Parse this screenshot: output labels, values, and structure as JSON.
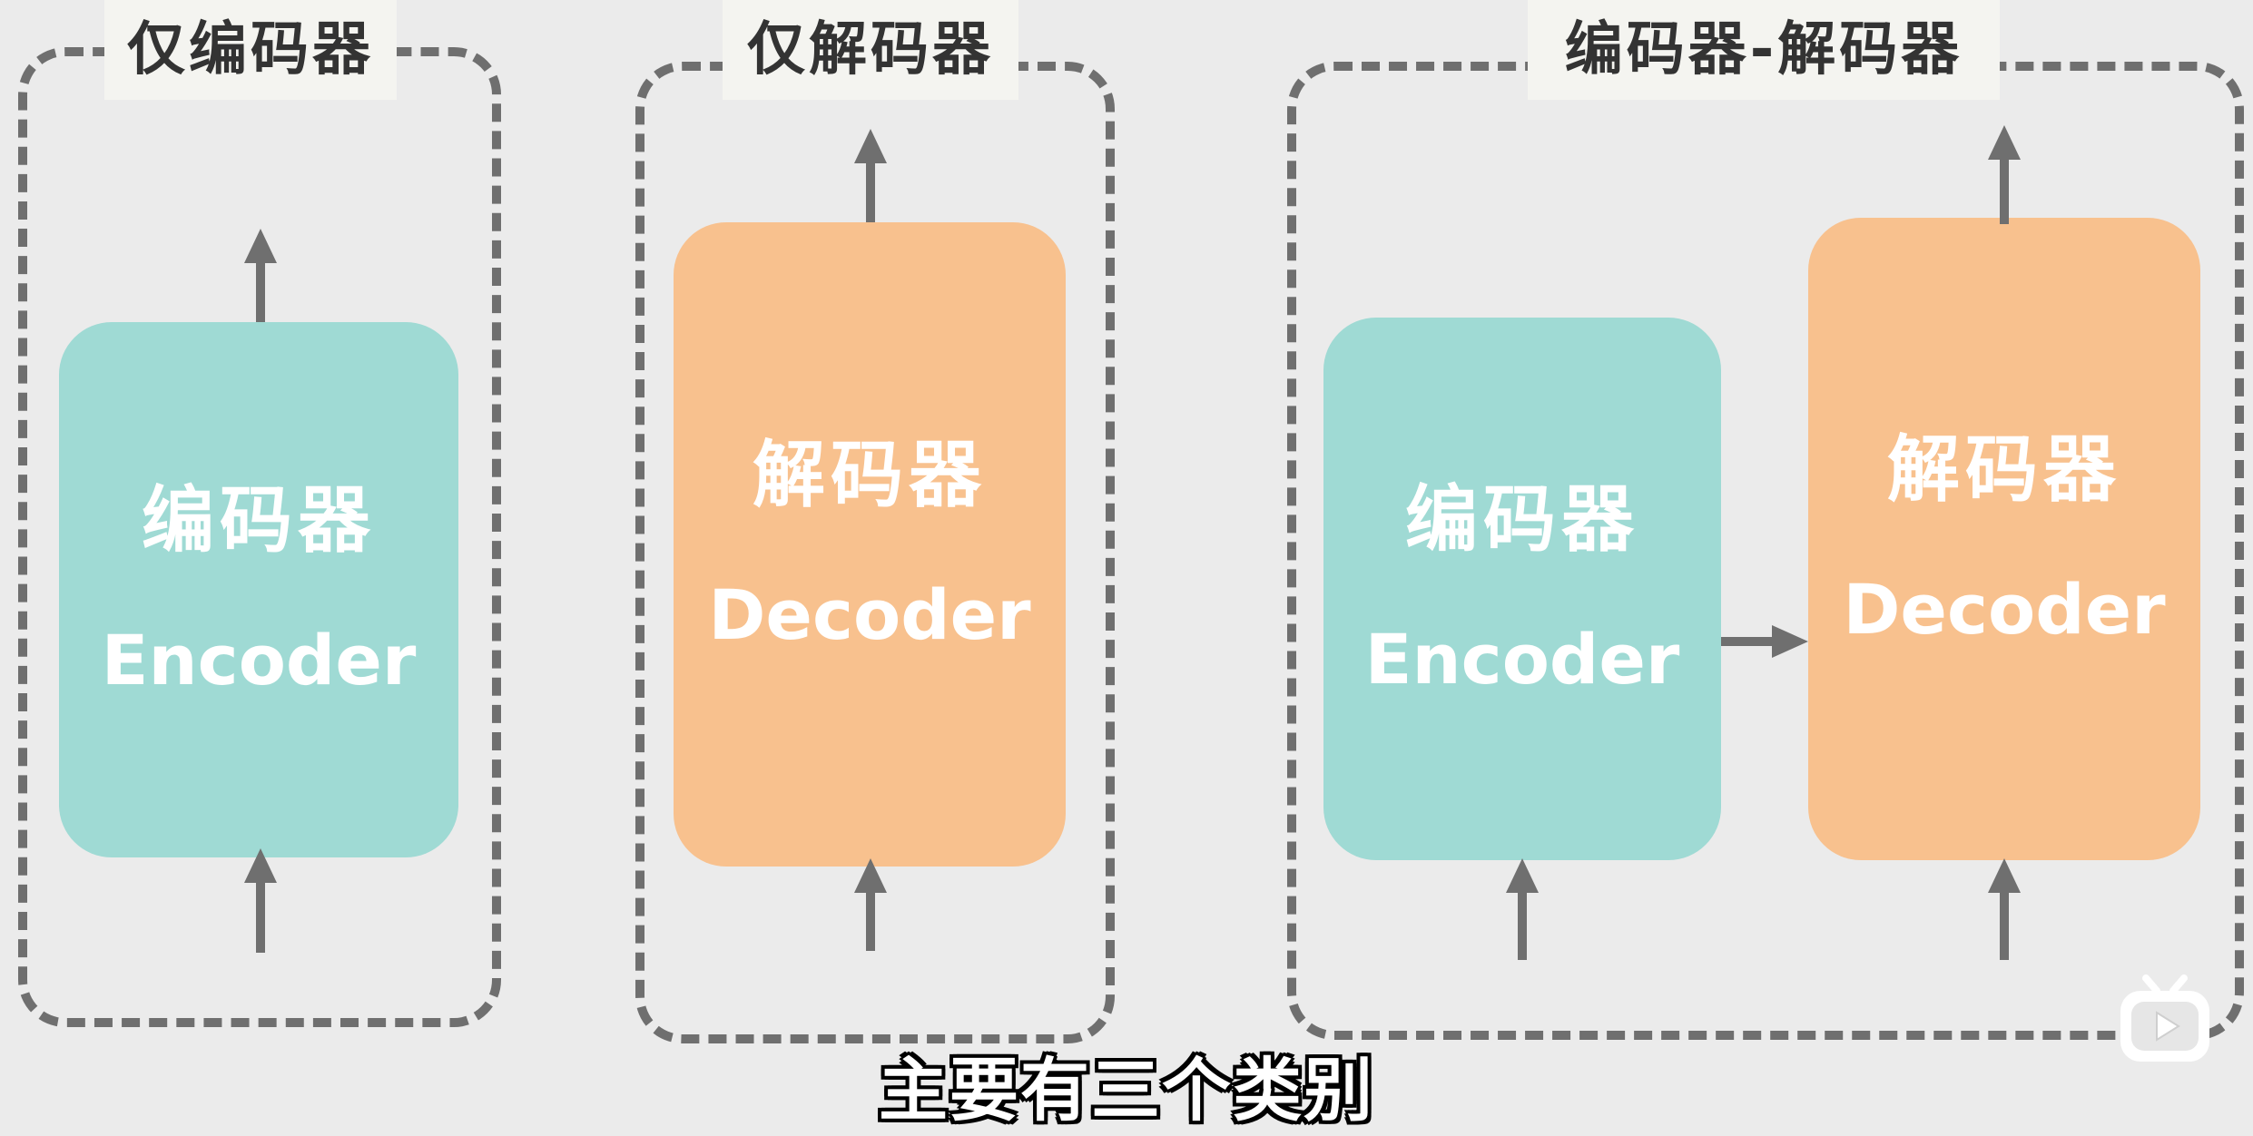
{
  "groups": [
    {
      "title": "仅编码器"
    },
    {
      "title": "仅解码器"
    },
    {
      "title": "编码器-解码器"
    }
  ],
  "blocks": {
    "encoder": {
      "zh": "编码器",
      "en": "Encoder"
    },
    "decoder": {
      "zh": "解码器",
      "en": "Decoder"
    }
  },
  "subtitle": "主要有三个类别",
  "colors": {
    "encoder": "#9fdad4",
    "decoder": "#f8c18e",
    "dashed_border": "#6f6f6f",
    "background": "#ebebeb"
  },
  "icons": [
    "player-tv-icon"
  ]
}
